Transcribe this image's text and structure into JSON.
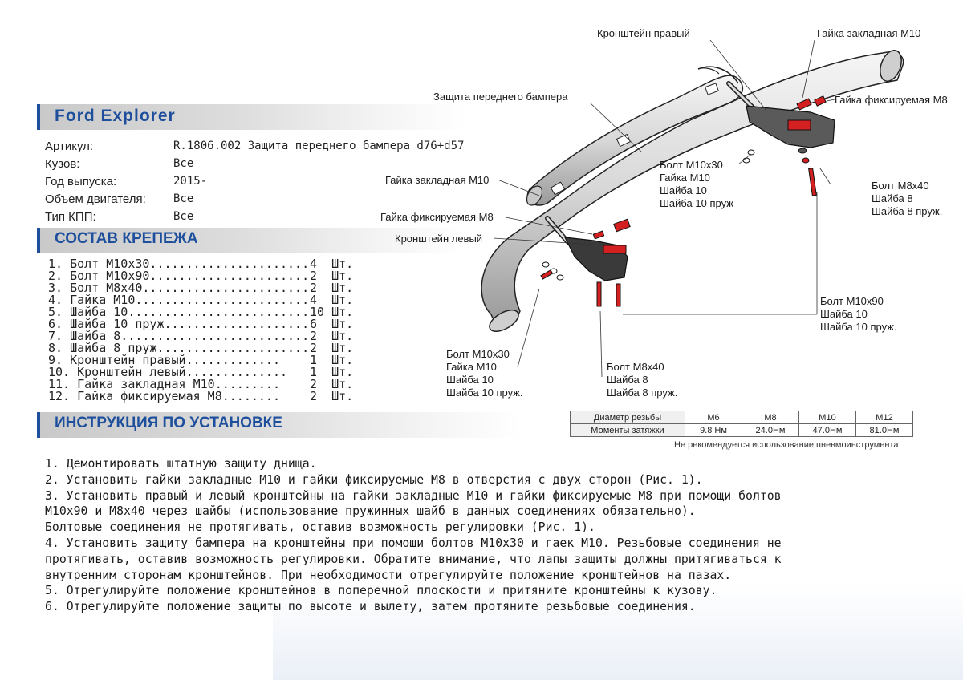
{
  "header": {
    "model": "Ford Explorer"
  },
  "info": [
    {
      "label": "Артикул:",
      "value": "R.1806.002 Защита переднего бампера d76+d57"
    },
    {
      "label": "Кузов:",
      "value": "Все"
    },
    {
      "label": "Год выпуска:",
      "value": "2015-"
    },
    {
      "label": "Объем двигателя:",
      "value": "Все"
    },
    {
      "label": "Тип КПП:",
      "value": "Все"
    }
  ],
  "fasteners": {
    "title": "СОСТАВ КРЕПЕЖА",
    "items": [
      {
        "text": "1. Болт М10х30......................",
        "qty": "4  Шт."
      },
      {
        "text": "2. Болт М10х90......................",
        "qty": "2  Шт."
      },
      {
        "text": "3. Болт М8х40.......................",
        "qty": "2  Шт."
      },
      {
        "text": "4. Гайка М10........................",
        "qty": "4  Шт."
      },
      {
        "text": "5. Шайба 10.........................",
        "qty": "10 Шт."
      },
      {
        "text": "6. Шайба 10 пруж....................",
        "qty": "6  Шт."
      },
      {
        "text": "7. Шайба 8..........................",
        "qty": "2  Шт."
      },
      {
        "text": "8. Шайба 8 пруж.....................",
        "qty": "2  Шт."
      },
      {
        "text": "9. Кронштейн правый.............",
        "qty": "1  Шт."
      },
      {
        "text": "10. Кронштейн левый..............",
        "qty": "1  Шт."
      },
      {
        "text": "11. Гайка закладная М10.........",
        "qty": "2  Шт."
      },
      {
        "text": "12. Гайка фиксируемая М8........",
        "qty": "2  Шт."
      }
    ]
  },
  "instructions": {
    "title": "ИНСТРУКЦИЯ ПО УСТАНОВКЕ",
    "lines": [
      "1. Демонтировать штатную защиту днища.",
      "2. Установить гайки закладные М10 и гайки фиксируемые М8 в отверстия с двух сторон (Рис. 1).",
      "3. Установить правый и левый кронштейны на гайки закладные М10 и гайки фиксируемые М8 при помощи болтов",
      "М10х90 и М8х40 через шайбы (использование пружинных шайб в данных соединениях обязательно).",
      "Болтовые соединения не протягивать, оставив возможность регулировки (Рис. 1).",
      "4. Установить защиту бампера на кронштейны при помощи болтов М10х30 и гаек М10. Резьбовые соединения не",
      "протягивать, оставив возможность регулировки. Обратите внимание, что лапы защиты должны притягиваться к",
      "внутренним сторонам кронштейнов. При необходимости отрегулируйте положение кронштейнов на пазах.",
      "5. Отрегулируйте положение кронштейнов в поперечной плоскости и притяните кронштейны к кузову.",
      "6. Отрегулируйте положение защиты по высоте и вылету, затем протяните резьбовые соединения."
    ]
  },
  "diagram": {
    "labels": {
      "bracket_right": "Кронштейн правый",
      "nut_weld_m10_top": "Гайка закладная М10",
      "front_guard": "Защита переднего бампера",
      "nut_fixed_m8_right": "Гайка фиксируемая М8",
      "nut_weld_m10_left": "Гайка закладная М10",
      "nut_fixed_m8_left": "Гайка фиксируемая М8",
      "bracket_left": "Кронштейн левый"
    },
    "groups": {
      "g_center": [
        "Болт М10х30",
        "Гайка М10",
        "Шайба 10",
        "Шайба 10 пруж"
      ],
      "g_right_m8": [
        "Болт М8х40",
        "Шайба 8",
        "Шайба 8 пруж."
      ],
      "g_right_m10x90": [
        "Болт М10х90",
        "Шайба 10",
        "Шайба 10 пруж."
      ],
      "g_left_m10x30": [
        "Болт М10х30",
        "Гайка М10",
        "Шайба 10",
        "Шайба 10 пруж."
      ],
      "g_left_m8": [
        "Болт М8х40",
        "Шайба 8",
        "Шайба 8 пруж."
      ]
    }
  },
  "torque": {
    "row1_label": "Диаметр резьбы",
    "row2_label": "Моменты затяжки",
    "sizes": [
      "М6",
      "М8",
      "М10",
      "М12"
    ],
    "values": [
      "9.8 Нм",
      "24.0Нм",
      "47.0Нм",
      "81.0Нм"
    ],
    "note": "Не рекомендуется использование пневмоинструмента"
  },
  "colors": {
    "accent": "#1e4f9c",
    "red_parts": "#d42020"
  }
}
